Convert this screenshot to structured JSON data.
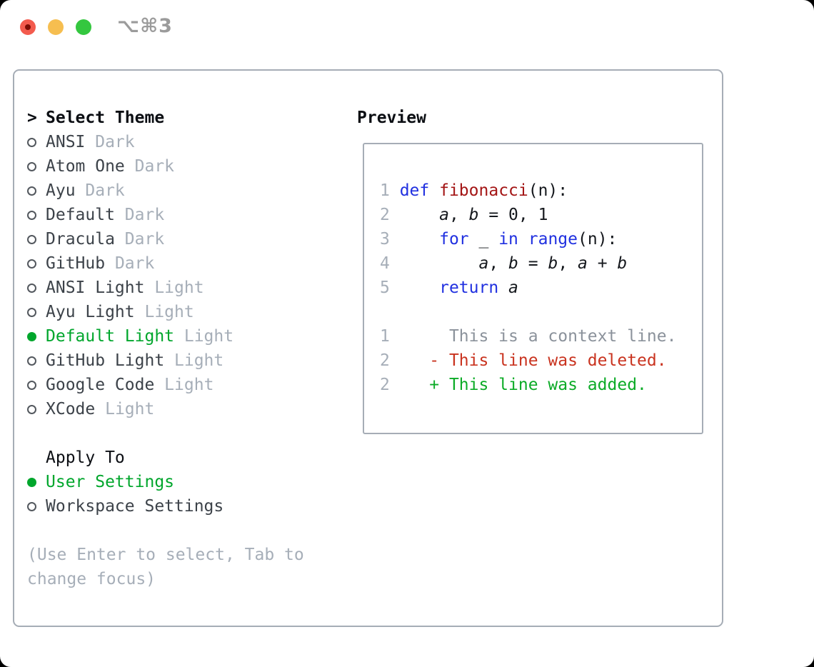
{
  "window": {
    "shortcut_label": "⌥⌘3",
    "traffic_lights": [
      "close",
      "minimize",
      "zoom"
    ]
  },
  "colors": {
    "close_red": "#f35b4e",
    "close_dot": "#7c0d05",
    "minimize_yellow": "#f6be50",
    "zoom_green": "#34c73f",
    "shortcut_gray": "#9b9b9b",
    "border_gray": "#a6adb6",
    "title_black": "#0b0e13",
    "item_gray": "#3c4249",
    "muted_gray": "#a6aeb8",
    "radio_outline": "#53585e",
    "selected_green": "#00a62c",
    "keyword_blue": "#2030e0",
    "function_red": "#a31515",
    "context_gray": "#8b929b",
    "deleted_red": "#c9331f",
    "added_green": "#0cab27"
  },
  "theme_picker": {
    "title_marker": ">",
    "title": "Select Theme",
    "items": [
      {
        "name": "ANSI",
        "tag": "Dark",
        "selected": false
      },
      {
        "name": "Atom One",
        "tag": "Dark",
        "selected": false
      },
      {
        "name": "Ayu",
        "tag": "Dark",
        "selected": false
      },
      {
        "name": "Default",
        "tag": "Dark",
        "selected": false
      },
      {
        "name": "Dracula",
        "tag": "Dark",
        "selected": false
      },
      {
        "name": "GitHub",
        "tag": "Dark",
        "selected": false
      },
      {
        "name": "ANSI Light",
        "tag": "Light",
        "selected": false
      },
      {
        "name": "Ayu Light",
        "tag": "Light",
        "selected": false
      },
      {
        "name": "Default Light",
        "tag": "Light",
        "selected": true
      },
      {
        "name": "GitHub Light",
        "tag": "Light",
        "selected": false
      },
      {
        "name": "Google Code",
        "tag": "Light",
        "selected": false
      },
      {
        "name": "XCode",
        "tag": "Light",
        "selected": false
      }
    ]
  },
  "apply_to": {
    "title": "Apply To",
    "options": [
      {
        "label": "User Settings",
        "selected": true
      },
      {
        "label": "Workspace Settings",
        "selected": false
      }
    ]
  },
  "help_text": "(Use Enter to select, Tab to change focus)",
  "preview": {
    "title": "Preview",
    "lines": [
      {
        "kind": "code",
        "num": "1",
        "tokens": [
          [
            "keyword",
            "def"
          ],
          [
            "plain",
            " "
          ],
          [
            "function",
            "fibonacci"
          ],
          [
            "plain",
            "(n):"
          ]
        ]
      },
      {
        "kind": "code",
        "num": "2",
        "tokens": [
          [
            "plain",
            "    "
          ],
          [
            "variable",
            "a"
          ],
          [
            "plain",
            ", "
          ],
          [
            "variable",
            "b"
          ],
          [
            "plain",
            " = 0, 1"
          ]
        ]
      },
      {
        "kind": "code",
        "num": "3",
        "tokens": [
          [
            "plain",
            "    "
          ],
          [
            "keyword",
            "for"
          ],
          [
            "plain",
            " _ "
          ],
          [
            "keyword",
            "in"
          ],
          [
            "plain",
            " "
          ],
          [
            "keyword",
            "range"
          ],
          [
            "plain",
            "(n):"
          ]
        ]
      },
      {
        "kind": "code",
        "num": "4",
        "tokens": [
          [
            "plain",
            "        "
          ],
          [
            "variable",
            "a"
          ],
          [
            "plain",
            ", "
          ],
          [
            "variable",
            "b"
          ],
          [
            "plain",
            " = "
          ],
          [
            "variable",
            "b"
          ],
          [
            "plain",
            ", "
          ],
          [
            "variable",
            "a"
          ],
          [
            "plain",
            " + "
          ],
          [
            "variable",
            "b"
          ]
        ]
      },
      {
        "kind": "code",
        "num": "5",
        "tokens": [
          [
            "plain",
            "    "
          ],
          [
            "keyword",
            "return"
          ],
          [
            "plain",
            " "
          ],
          [
            "variable",
            "a"
          ]
        ]
      },
      {
        "kind": "blank",
        "num": "",
        "tokens": []
      },
      {
        "kind": "context",
        "num": "1",
        "tokens": [
          [
            "context",
            "     This is a context line."
          ]
        ]
      },
      {
        "kind": "deleted",
        "num": "2",
        "tokens": [
          [
            "deleted",
            "   - This line was deleted."
          ]
        ]
      },
      {
        "kind": "added",
        "num": "2",
        "tokens": [
          [
            "added",
            "   + This line was added."
          ]
        ]
      }
    ]
  }
}
